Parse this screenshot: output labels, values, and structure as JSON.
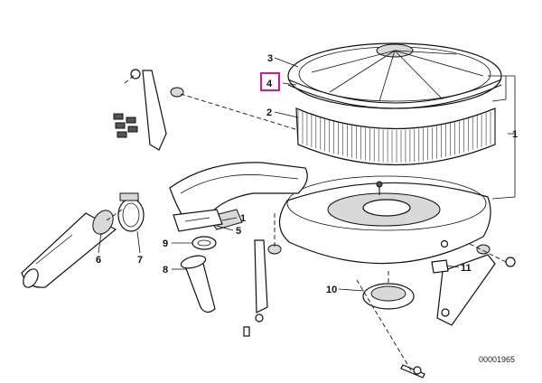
{
  "diagram": {
    "doc_number": "00001965",
    "highlight_color": "#e0148c",
    "callouts": {
      "c1a": "1",
      "c1b": "1",
      "c2": "2",
      "c3": "3",
      "c4": "4",
      "c5": "5",
      "c6": "6",
      "c7": "7",
      "c8": "8",
      "c9": "9",
      "c10": "10",
      "c11": "11"
    }
  }
}
